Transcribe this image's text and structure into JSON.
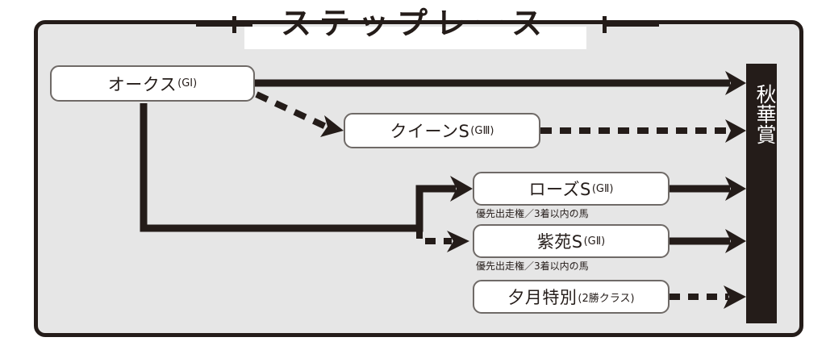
{
  "diagram": {
    "title": "ステップレース",
    "goal": {
      "label": "秋華賞",
      "orientation": "vertical",
      "bar_color": "#241c19",
      "text_color": "#ffffff"
    },
    "colors": {
      "ink": "#241c19",
      "panel_background": "#e6e6e6",
      "box_background": "#ffffff",
      "box_border": "#6f6a67",
      "title_band": "#ffffff",
      "page_background": "#ffffff"
    },
    "races": [
      {
        "id": "oaks",
        "name": "オークス",
        "grade": "(GⅠ)",
        "caption": ""
      },
      {
        "id": "queen-s",
        "name": "クイーンS",
        "grade": "(GⅢ)",
        "caption": ""
      },
      {
        "id": "rose-s",
        "name": "ローズS",
        "grade": "(GⅡ)",
        "caption": "優先出走権／3着以内の馬"
      },
      {
        "id": "shion-s",
        "name": "紫苑S",
        "grade": "(GⅡ)",
        "caption": "優先出走権／3着以内の馬"
      },
      {
        "id": "yuzuki-tokubetsu",
        "name": "夕月特別",
        "grade": "(2勝クラス)",
        "caption": ""
      }
    ],
    "connections": [
      {
        "from": "oaks",
        "to": "goal",
        "style": "solid"
      },
      {
        "from": "oaks",
        "to": "queen-s",
        "style": "dashed"
      },
      {
        "from": "oaks",
        "to": "rose-s",
        "style": "solid"
      },
      {
        "from": "oaks",
        "to": "shion-s",
        "style": "dashed"
      },
      {
        "from": "queen-s",
        "to": "goal",
        "style": "dashed"
      },
      {
        "from": "rose-s",
        "to": "goal",
        "style": "solid"
      },
      {
        "from": "shion-s",
        "to": "goal",
        "style": "solid"
      },
      {
        "from": "yuzuki-tokubetsu",
        "to": "goal",
        "style": "dashed"
      }
    ]
  }
}
